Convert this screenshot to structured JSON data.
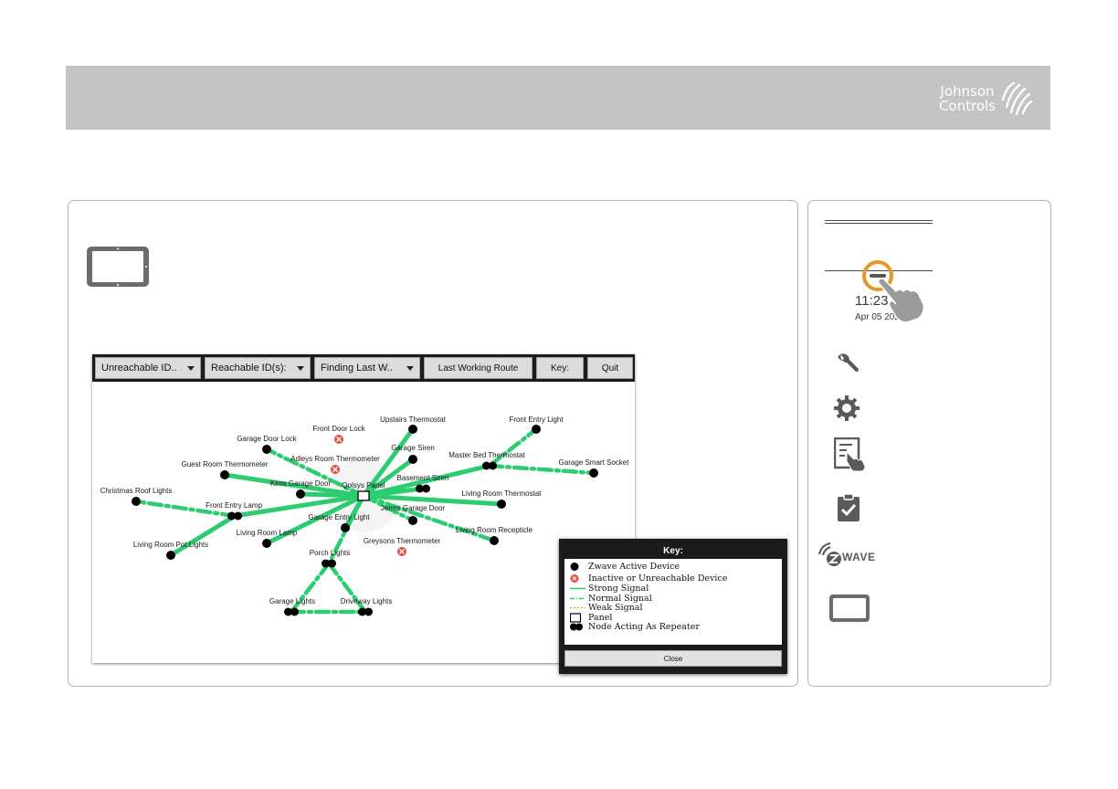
{
  "header": {
    "logo_line1": "Johnson",
    "logo_line2": "Controls"
  },
  "toolbar": {
    "unreachable_label": "Unreachable ID..",
    "reachable_label": "Reachable ID(s):",
    "finding_label": "Finding Last W..",
    "last_route_label": "Last Working Route",
    "key_label": "Key:",
    "quit_label": "Quit"
  },
  "network_map": {
    "colors": {
      "strong": "#2ecc71",
      "normal": "#2ecc71",
      "weak": "#f39c12",
      "inactive": "#e74c3c"
    },
    "labels": {
      "upstairs_thermostat": "Upstairs Thermostat",
      "front_entry_light": "Front Entry Light",
      "front_door_lock": "Front Door Lock",
      "garage_door_lock": "Garage Door Lock",
      "garage_siren": "Garage Siren",
      "master_bed_thermostat": "Master Bed Thermostat",
      "garage_smart_socket": "Garage Smart Socket",
      "adleys_room_thermometer": "Adleys Room Thermometer",
      "guest_room_thermometer": "Guest Room Thermometer",
      "basement_siren": "Basement Siren",
      "kims_garage_door": "Kims Garage Door",
      "qolsys_panel": "Qolsys Panel",
      "christmas_roof_lights": "Christmas Roof Lights",
      "living_room_thermostat": "Living Room Thermostat",
      "front_entry_lamp": "Front Entry Lamp",
      "jerms_garage_door": "Jerms Garage Door",
      "garage_entry_light": "Garage Entry Light",
      "living_room_lamp": "Living Room Lamp",
      "living_room_recepticle": "Living Room Recepticle",
      "living_room_pot_lights": "Living Room Pot Lights",
      "greysons_thermometer": "Greysons Thermometer",
      "porch_lights": "Porch Lights",
      "garage_lights": "Garage Lights",
      "driveway_lights": "Driveway Lights"
    }
  },
  "key_popup": {
    "title": "Key:",
    "active": "Zwave Active Device",
    "inactive": "Inactive or Unreachable Device",
    "strong": "Strong Signal",
    "normal": "Normal Signal",
    "weak": "Weak Signal",
    "panel": "Panel",
    "repeater": "Node Acting As Repeater",
    "close": "Close"
  },
  "sidebar": {
    "time": "11:23 AM",
    "date": "Apr 05 2021",
    "accent_color": "#e8962c",
    "icons": [
      "wrench-icon",
      "gear-icon",
      "panel-tap-icon",
      "clipboard-check-icon",
      "zwave-logo",
      "tablet-icon"
    ],
    "zwave_text": "WAVE"
  }
}
